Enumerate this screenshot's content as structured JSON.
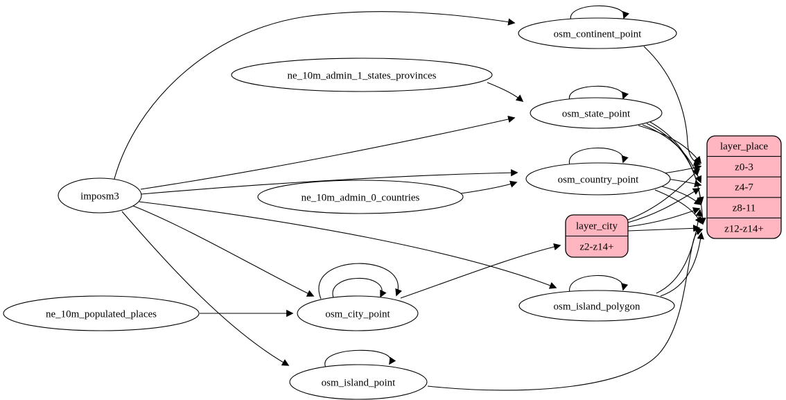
{
  "diagram": {
    "type": "graphviz-data-flow",
    "background_color": "#ffffff",
    "node_fill_color": "#ffffff",
    "node_stroke_color": "#000000",
    "record_fill_color": "#ffb6c1",
    "tables": [
      {
        "id": "imposm3",
        "label": "imposm3"
      },
      {
        "id": "ne_10m_admin_1_states_provinces",
        "label": "ne_10m_admin_1_states_provinces"
      },
      {
        "id": "ne_10m_admin_0_countries",
        "label": "ne_10m_admin_0_countries"
      },
      {
        "id": "ne_10m_populated_places",
        "label": "ne_10m_populated_places"
      },
      {
        "id": "osm_continent_point",
        "label": "osm_continent_point"
      },
      {
        "id": "osm_state_point",
        "label": "osm_state_point"
      },
      {
        "id": "osm_country_point",
        "label": "osm_country_point"
      },
      {
        "id": "osm_city_point",
        "label": "osm_city_point"
      },
      {
        "id": "osm_island_polygon",
        "label": "osm_island_polygon"
      },
      {
        "id": "osm_island_point",
        "label": "osm_island_point"
      }
    ],
    "records": [
      {
        "id": "layer_place",
        "title": "layer_place",
        "rows": [
          "z0-3",
          "z4-7",
          "z8-11",
          "z12-z14+"
        ]
      },
      {
        "id": "layer_city",
        "title": "layer_city",
        "rows": [
          "z2-z14+"
        ]
      }
    ],
    "edges": [
      {
        "from": "imposm3",
        "to": "osm_continent_point"
      },
      {
        "from": "imposm3",
        "to": "osm_state_point"
      },
      {
        "from": "imposm3",
        "to": "osm_country_point"
      },
      {
        "from": "imposm3",
        "to": "osm_city_point"
      },
      {
        "from": "imposm3",
        "to": "osm_island_polygon"
      },
      {
        "from": "imposm3",
        "to": "osm_island_point"
      },
      {
        "from": "ne_10m_admin_1_states_provinces",
        "to": "osm_state_point"
      },
      {
        "from": "ne_10m_admin_0_countries",
        "to": "osm_country_point"
      },
      {
        "from": "ne_10m_populated_places",
        "to": "osm_city_point"
      },
      {
        "from": "osm_continent_point",
        "to": "osm_continent_point",
        "self_loop": true
      },
      {
        "from": "osm_state_point",
        "to": "osm_state_point",
        "self_loop": true
      },
      {
        "from": "osm_country_point",
        "to": "osm_country_point",
        "self_loop": true
      },
      {
        "from": "osm_city_point",
        "to": "osm_city_point",
        "self_loop": true
      },
      {
        "from": "osm_city_point",
        "to": "osm_city_point",
        "self_loop": true
      },
      {
        "from": "osm_island_polygon",
        "to": "osm_island_polygon",
        "self_loop": true
      },
      {
        "from": "osm_island_point",
        "to": "osm_island_point",
        "self_loop": true
      },
      {
        "from": "osm_continent_point",
        "to": "layer_place:z0-3"
      },
      {
        "from": "osm_state_point",
        "to": "layer_place:z0-3"
      },
      {
        "from": "osm_state_point",
        "to": "layer_place:z4-7"
      },
      {
        "from": "osm_state_point",
        "to": "layer_place:z8-11"
      },
      {
        "from": "osm_state_point",
        "to": "layer_place:z12-z14+"
      },
      {
        "from": "osm_country_point",
        "to": "layer_place:z0-3"
      },
      {
        "from": "osm_country_point",
        "to": "layer_place:z4-7"
      },
      {
        "from": "osm_country_point",
        "to": "layer_place:z8-11"
      },
      {
        "from": "osm_country_point",
        "to": "layer_place:z12-z14+"
      },
      {
        "from": "osm_city_point",
        "to": "layer_city:z2-z14+"
      },
      {
        "from": "layer_city",
        "to": "layer_place:z0-3"
      },
      {
        "from": "layer_city",
        "to": "layer_place:z4-7"
      },
      {
        "from": "layer_city",
        "to": "layer_place:z8-11"
      },
      {
        "from": "layer_city",
        "to": "layer_place:z12-z14+"
      },
      {
        "from": "osm_island_polygon",
        "to": "layer_place:z8-11"
      },
      {
        "from": "osm_island_polygon",
        "to": "layer_place:z12-z14+"
      },
      {
        "from": "osm_island_point",
        "to": "layer_place:z12-z14+"
      }
    ]
  }
}
